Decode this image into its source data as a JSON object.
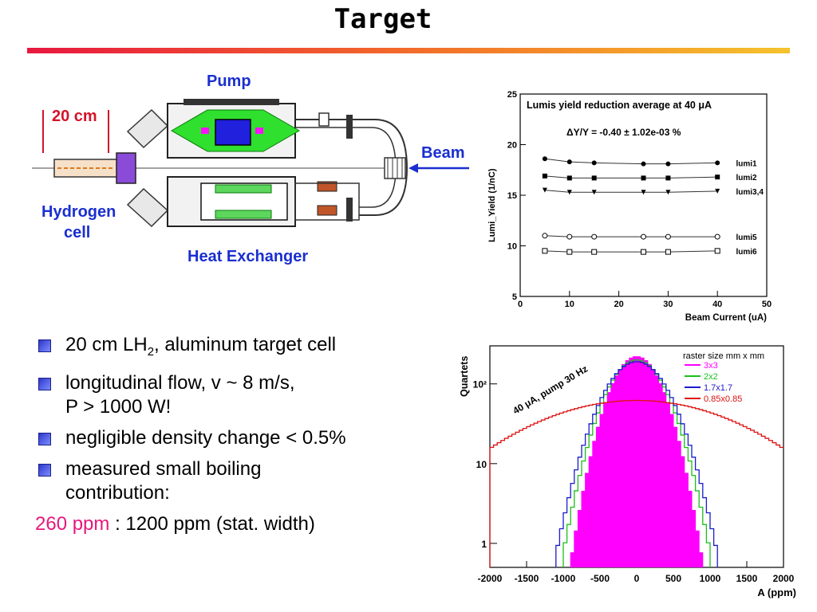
{
  "title": "Target",
  "schematic": {
    "pump": "Pump",
    "length": "20 cm",
    "beam": "Beam",
    "hydrogen_line1": "Hydrogen",
    "hydrogen_line2": "cell",
    "heat_exchanger": "Heat Exchanger"
  },
  "bullets": {
    "b1_pre": "20 cm LH",
    "b1_sub": "2",
    "b1_post": ", aluminum target cell",
    "b2_l1": "longitudinal flow, v ~ 8 m/s,",
    "b2_l2": "P > 1000 W!",
    "b3": "negligible density change < 0.5%",
    "b4_l1": "measured small boiling",
    "b4_l2": "contribution:",
    "b5_pink": "260 ppm",
    "b5_rest": " : 1200 ppm (stat. width)"
  },
  "colors": {
    "blue_label": "#1a2fcf",
    "red_label": "#d4142a",
    "pink": "#e6187a"
  },
  "chart_data": [
    {
      "type": "scatter",
      "title": "Lumis yield reduction average at 40 μA",
      "annotation": "ΔY/Y = -0.40 ± 1.02e-03 %",
      "xlabel": "Beam Current (uA)",
      "ylabel": "Lumi_Yield (1/nC)",
      "xlim": [
        0,
        50
      ],
      "ylim": [
        5,
        25
      ],
      "xticks": [
        0,
        10,
        20,
        30,
        40,
        50
      ],
      "yticks": [
        5,
        10,
        15,
        20,
        25
      ],
      "x": [
        5,
        10,
        15,
        25,
        30,
        40
      ],
      "series": [
        {
          "name": "lumi1",
          "values": [
            18.6,
            18.3,
            18.2,
            18.1,
            18.1,
            18.2
          ],
          "marker": "filled-circle"
        },
        {
          "name": "lumi2",
          "values": [
            16.9,
            16.7,
            16.7,
            16.7,
            16.7,
            16.8
          ],
          "marker": "filled-square"
        },
        {
          "name": "lumi3,4",
          "values": [
            15.5,
            15.3,
            15.3,
            15.3,
            15.3,
            15.4
          ],
          "marker": "filled-triangle"
        },
        {
          "name": "lumi5",
          "values": [
            11.0,
            10.9,
            10.9,
            10.9,
            10.9,
            10.9
          ],
          "marker": "open-circle"
        },
        {
          "name": "lumi6",
          "values": [
            9.5,
            9.4,
            9.4,
            9.4,
            9.4,
            9.5
          ],
          "marker": "open-square"
        }
      ]
    },
    {
      "type": "histogram",
      "title": "raster size mm x mm",
      "annotation": "40 μA, pump 30 Hz",
      "xlabel": "A (ppm)",
      "ylabel": "Quartets",
      "xlim": [
        -2000,
        2000
      ],
      "ylog": true,
      "ylim": [
        0.5,
        300
      ],
      "xticks": [
        -2000,
        -1500,
        -1000,
        -500,
        0,
        500,
        1000,
        1500,
        2000
      ],
      "yticks": [
        {
          "value": 1,
          "label": "1"
        },
        {
          "value": 10,
          "label": "10"
        },
        {
          "value": 100,
          "label": "10²"
        }
      ],
      "series": [
        {
          "name": "3x3",
          "color": "#ff00ff",
          "filled": true,
          "mean": 0,
          "sigma": 260,
          "peak": 220
        },
        {
          "name": "2x2",
          "color": "#19c019",
          "filled": false,
          "mean": 0,
          "sigma": 300,
          "peak": 200
        },
        {
          "name": "1.7x1.7",
          "color": "#1a1acc",
          "filled": false,
          "mean": 0,
          "sigma": 330,
          "peak": 190
        },
        {
          "name": "0.85x0.85",
          "color": "#dd1111",
          "filled": false,
          "mean": 0,
          "sigma": 1200,
          "peak": 62
        }
      ]
    }
  ]
}
